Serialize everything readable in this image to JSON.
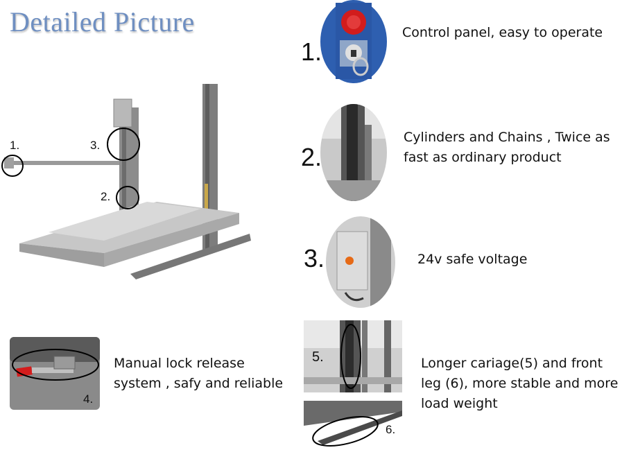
{
  "title": "Detailed Picture",
  "main_photo": {
    "labels": [
      "1.",
      "2.",
      "3."
    ]
  },
  "details": [
    {
      "number": "1.",
      "text": "Control panel, easy to operate"
    },
    {
      "number": "2.",
      "text_lines": [
        "Cylinders and Chains , Twice as",
        "fast as ordinary product"
      ]
    },
    {
      "number": "3.",
      "text": "24v safe voltage"
    },
    {
      "number": "4.",
      "text_lines": [
        "Manual lock release",
        "system , safy and reliable"
      ]
    },
    {
      "number": "5.",
      "number_b": "6.",
      "text_lines": [
        "Longer cariage(5) and front",
        "leg (6), more stable and more",
        "load weight"
      ]
    }
  ]
}
